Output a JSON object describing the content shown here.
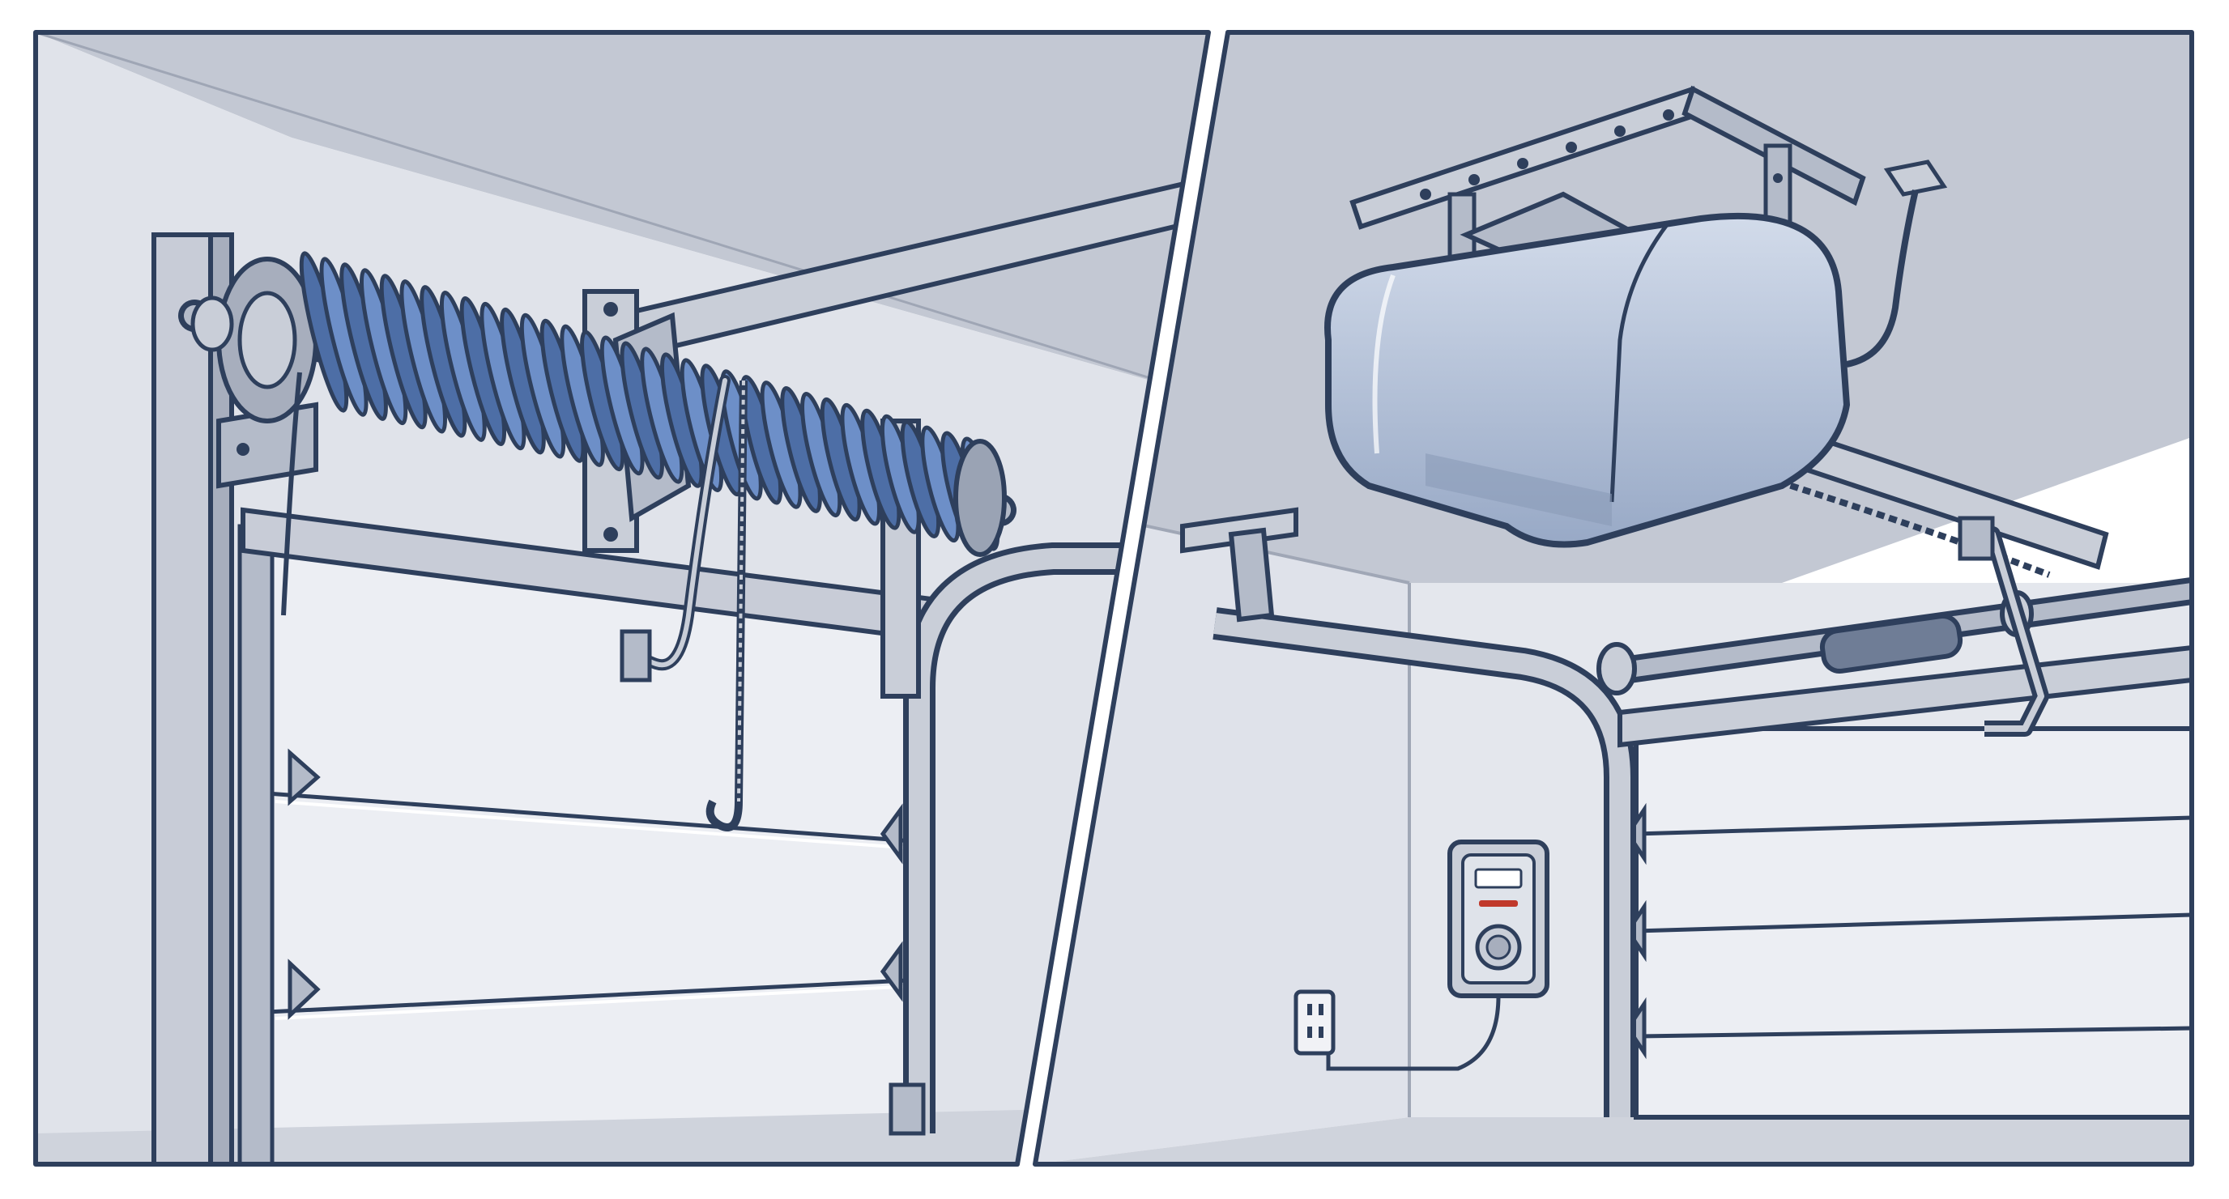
{
  "illustration": {
    "panels": [
      {
        "id": "left",
        "subject": "torsion-spring-mechanism"
      },
      {
        "id": "right",
        "subject": "automatic-door-opener"
      }
    ],
    "colors": {
      "outline": "#2e3f5c",
      "ceiling": "#b9bfcb",
      "wall": "#dfe2ea",
      "wall_dark": "#c9cdd7",
      "door": "#e6e8ef",
      "metal": "#c7ccd6",
      "metal_shade": "#9aa3b4",
      "spring": "#6d8fc8",
      "spring_dark": "#4d6ea6",
      "opener_body": "#a9b8d0",
      "opener_light": "#cbd5e6",
      "indicator": "#c0392b",
      "floor": "#cdd1da"
    }
  }
}
